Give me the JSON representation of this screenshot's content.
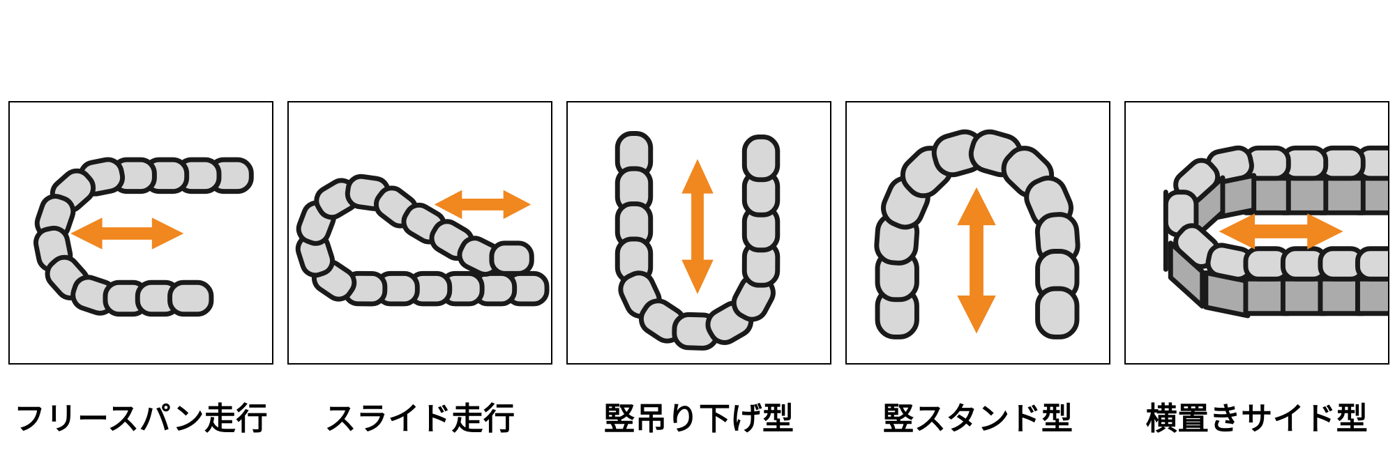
{
  "panels": [
    {
      "id": "free-span",
      "label": "フリースパン走行",
      "arrow": "horizontal"
    },
    {
      "id": "slide",
      "label": "スライド走行",
      "arrow": "horizontal"
    },
    {
      "id": "vertical-hanging",
      "label": "竪吊り下げ型",
      "arrow": "vertical"
    },
    {
      "id": "vertical-stand",
      "label": "竪スタンド型",
      "arrow": "vertical"
    },
    {
      "id": "side-mount",
      "label": "横置きサイド型",
      "arrow": "horizontal"
    }
  ],
  "colors": {
    "arrow": "#F0871F",
    "chain_fill": "#D8D8D8",
    "chain_outline": "#1A1A1A",
    "chain_wall": "#ABABAB",
    "panel_border": "#000000",
    "background": "#FFFFFF",
    "label_text": "#000000"
  }
}
